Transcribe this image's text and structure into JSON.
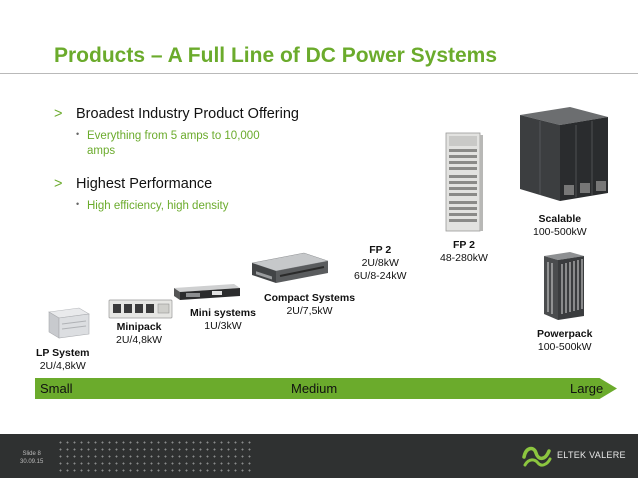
{
  "title": "Products – A Full Line of DC Power Systems",
  "bullets": [
    {
      "marker": ">",
      "text": "Broadest Industry Product Offering",
      "sub": {
        "marker": "•",
        "lines": [
          "Everything from 5 amps to 10,000",
          "amps"
        ]
      }
    },
    {
      "marker": ">",
      "text": "Highest Performance",
      "sub": {
        "marker": "•",
        "lines": [
          "High efficiency, high density"
        ]
      }
    }
  ],
  "products": {
    "lp_system": {
      "name": "LP System",
      "spec": "2U/4,8kW"
    },
    "minipack": {
      "name": "Minipack",
      "spec": "2U/4,8kW"
    },
    "mini": {
      "name": "Mini systems",
      "spec": "1U/3kW"
    },
    "compact": {
      "name": "Compact Systems",
      "spec": "2U/7,5kW"
    },
    "fp2_small": {
      "name": "FP 2",
      "spec1": "2U/8kW",
      "spec2": "6U/8-24kW"
    },
    "fp2_rack": {
      "name": "FP 2",
      "spec": "48-280kW"
    },
    "scalable": {
      "name": "Scalable",
      "spec": "100-500kW"
    },
    "powerpack": {
      "name": "Powerpack",
      "spec": "100-500kW"
    }
  },
  "scale": {
    "left": "Small",
    "middle": "Medium",
    "right": "Large"
  },
  "footer": {
    "slide_label": "Slide 8",
    "date": "30.09.15",
    "logo_text": "ELTEK VALERE"
  },
  "colors": {
    "accent": "#6bab2c",
    "footer": "#2f3131",
    "text": "#111111"
  },
  "icons": [
    "lp-system-image",
    "minipack-image",
    "mini-system-image",
    "compact-system-image",
    "fp2-rack-image",
    "scalable-cabinet-image",
    "powerpack-cabinet-image",
    "eltek-logo-icon"
  ]
}
